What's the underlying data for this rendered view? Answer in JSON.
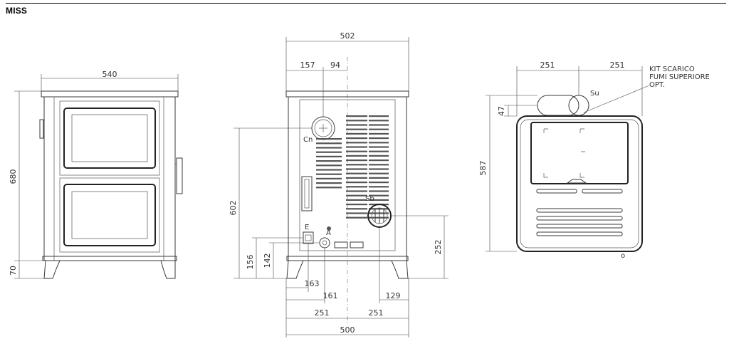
{
  "header": {
    "title": "MISS"
  },
  "front_view": {
    "width_dim": "540",
    "height_dim": "680",
    "leg_dim": "70"
  },
  "rear_view": {
    "width_top_dim": "502",
    "offset_157": "157",
    "offset_94": "94",
    "height_602": "602",
    "height_156": "156",
    "height_142": "142",
    "height_252": "252",
    "dist_163": "163",
    "dist_161": "161",
    "dist_129": "129",
    "half_left": "251",
    "half_right": "251",
    "width_bottom_dim": "500",
    "label_cn": "Cn",
    "label_sb": "Sb",
    "label_e": "E",
    "label_a": "A"
  },
  "top_view": {
    "half_left": "251",
    "half_right": "251",
    "depth_dim": "587",
    "offset_47": "47",
    "label_su": "Su",
    "label_o": "o",
    "kit_line1": "KIT SCARICO",
    "kit_line2": "FUMI SUPERIORE",
    "kit_line3": "OPT."
  }
}
